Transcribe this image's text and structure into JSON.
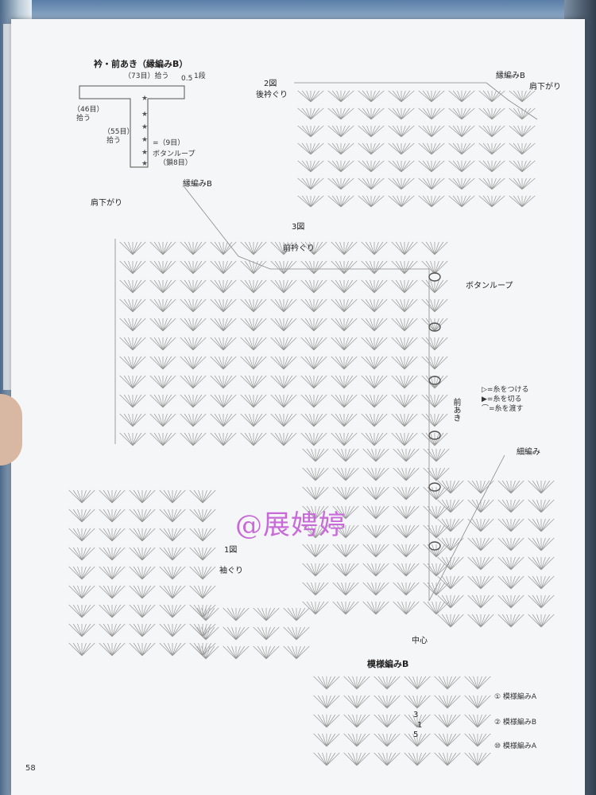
{
  "collar": {
    "title": "衿・前あき（縁編みB）",
    "pick_73": "（73目）拾う",
    "pick_46": "（46目）",
    "pick_46b": "拾う",
    "pick_55": "（55目）",
    "pick_55b": "拾う",
    "dim_05": "0.5",
    "row_1": "1段",
    "nine": "=（9目）",
    "button_loop": "ボタンループ",
    "chain8": "（鎖8目）"
  },
  "fig2": {
    "title": "2図",
    "label": "後衿ぐり",
    "edge": "縁編みB",
    "shoulder": "肩下がり"
  },
  "fig3": {
    "title": "3図",
    "edge": "縁編みB",
    "shoulder": "肩下がり",
    "neck": "前衿ぐり",
    "button": "ボタンループ",
    "front": "前あき"
  },
  "legend": {
    "attach": "▷=糸をつける",
    "cut": "▶=糸を切る",
    "pass": "⌒=糸を渡す"
  },
  "single": "細編み",
  "fig1": {
    "title": "1図",
    "label": "袖ぐり",
    "center": "中心"
  },
  "patternB": {
    "title": "模様編みB",
    "row1": "① 模様編みA",
    "row2": "② 模様編みB",
    "row3": "⑩ 模様編みA",
    "rep3a": "3",
    "rep1": "1",
    "rep5": "5"
  },
  "watermark": "@展娉婷",
  "page_number": "58",
  "colors": {
    "ink": "#666666",
    "watermark": "#c86ad8"
  }
}
